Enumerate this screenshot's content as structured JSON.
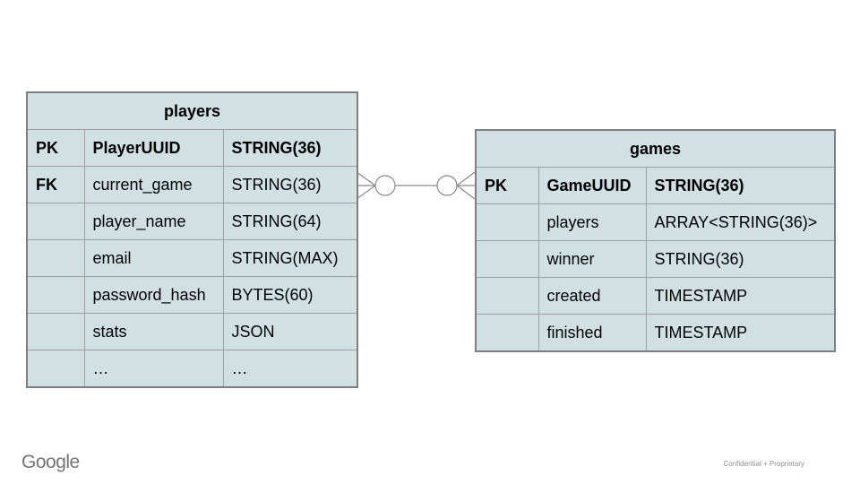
{
  "slide": {
    "background_color": "#ffffff",
    "footer": {
      "brand": "Google",
      "note": "Confidential + Proprietary"
    }
  },
  "diagram": {
    "type": "entity-relationship",
    "colors": {
      "table_fill": "#d0e0e3",
      "grid_line": "#9f9f9f",
      "table_outline": "#7f7f7f",
      "connector": "#8a8a8a",
      "text": "#000000"
    },
    "tables": [
      {
        "id": "players",
        "title": "players",
        "rows": [
          {
            "key": "PK",
            "field": "PlayerUUID",
            "type": "STRING(36)",
            "bold": true
          },
          {
            "key": "FK",
            "field": "current_game",
            "type": "STRING(36)",
            "bold": false
          },
          {
            "key": "",
            "field": "player_name",
            "type": "STRING(64)",
            "bold": false
          },
          {
            "key": "",
            "field": "email",
            "type": "STRING(MAX)",
            "bold": false
          },
          {
            "key": "",
            "field": "password_hash",
            "type": "BYTES(60)",
            "bold": false
          },
          {
            "key": "",
            "field": "stats",
            "type": "JSON",
            "bold": false
          },
          {
            "key": "",
            "field": "…",
            "type": "…",
            "bold": false
          }
        ]
      },
      {
        "id": "games",
        "title": "games",
        "rows": [
          {
            "key": "PK",
            "field": "GameUUID",
            "type": "STRING(36)",
            "bold": true
          },
          {
            "key": "",
            "field": "players",
            "type": "ARRAY<STRING(36)>",
            "bold": false
          },
          {
            "key": "",
            "field": "winner",
            "type": "STRING(36)",
            "bold": false
          },
          {
            "key": "",
            "field": "created",
            "type": "TIMESTAMP",
            "bold": false
          },
          {
            "key": "",
            "field": "finished",
            "type": "TIMESTAMP",
            "bold": false
          }
        ]
      }
    ],
    "relationship": {
      "between": [
        "players.current_game",
        "games.GameUUID"
      ],
      "notation": "crow's foot",
      "left_end": "zero or many",
      "right_end": "zero or many"
    }
  }
}
